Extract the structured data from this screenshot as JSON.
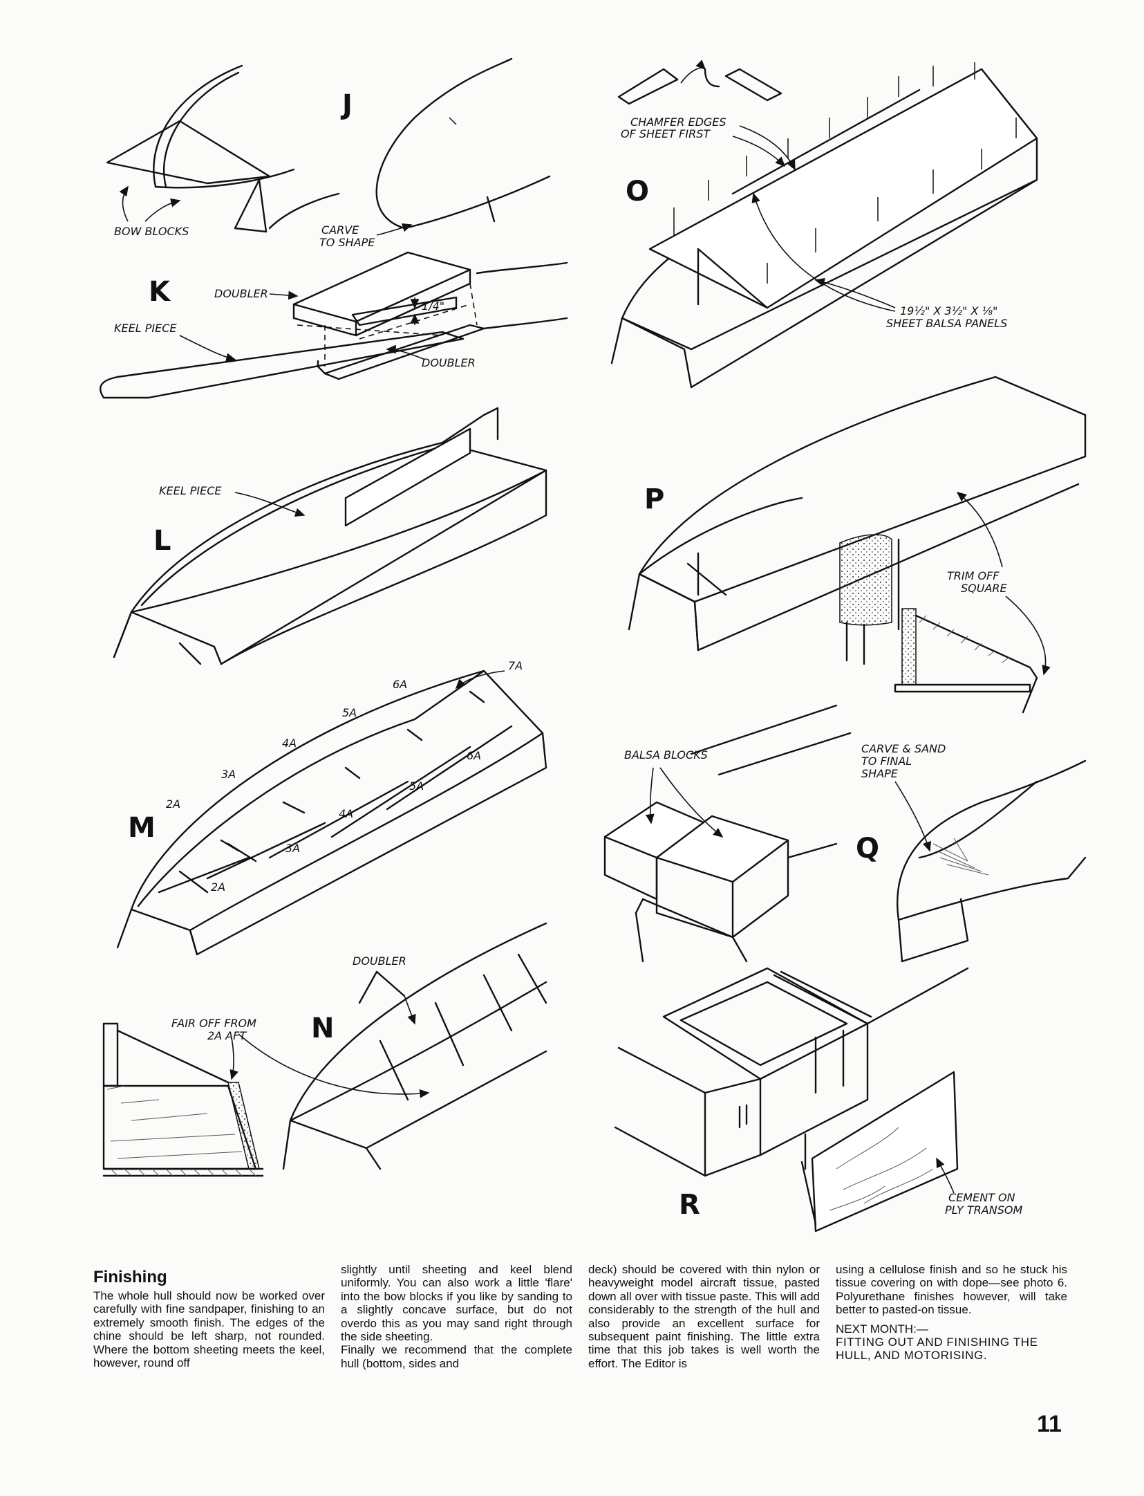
{
  "figures": {
    "J": {
      "letter": "J",
      "bow_blocks": "BOW BLOCKS",
      "carve_line1": "CARVE",
      "carve_line2": "TO SHAPE"
    },
    "K": {
      "letter": "K",
      "doubler_top": "DOUBLER",
      "keel_piece": "KEEL PIECE",
      "doubler_bottom": "DOUBLER",
      "dim": "1/4\""
    },
    "L": {
      "letter": "L",
      "keel_piece": "KEEL PIECE"
    },
    "M": {
      "letter": "M",
      "labels": [
        "7A",
        "6A",
        "5A",
        "4A",
        "3A",
        "2A",
        "6A",
        "5A",
        "4A",
        "3A",
        "2A"
      ]
    },
    "N": {
      "letter": "N",
      "fair_line1": "FAIR OFF FROM",
      "fair_line2": "2A AFT",
      "doubler": "DOUBLER"
    },
    "O": {
      "letter": "O",
      "chamfer_line1": "CHAMFER EDGES",
      "chamfer_line2": "OF SHEET FIRST",
      "panel_dims": "19½\" X 3½\" X ⅛\"",
      "panel_desc": "SHEET BALSA PANELS"
    },
    "P": {
      "letter": "P",
      "trim_line1": "TRIM OFF",
      "trim_line2": "SQUARE"
    },
    "Q": {
      "letter": "Q",
      "balsa_blocks": "BALSA BLOCKS",
      "carve_line1": "CARVE & SAND",
      "carve_line2": "TO FINAL",
      "carve_line3": "SHAPE"
    },
    "R": {
      "letter": "R",
      "cement_line1": "CEMENT ON",
      "cement_line2": "PLY TRANSOM"
    }
  },
  "article": {
    "heading": "Finishing",
    "col1": "The whole hull should now be worked over carefully with fine sandpaper, finishing to an extremely smooth finish. The edges of the chine should be left sharp, not rounded. Where the bottom sheeting meets the keel, however, round off",
    "col2a": "slightly until sheeting and keel blend uniformly. You can also work a little 'flare' into the bow blocks if you like by sanding to a slightly concave surface, but do not overdo this as you may sand right through the side sheeting.",
    "col2b": "Finally we recommend that the complete hull (bottom, sides and",
    "col3": "deck) should be covered with thin nylon or heavyweight model aircraft tissue, pasted down all over with tissue paste. This will add considerably to the strength of the hull and also provide an excellent surface for subsequent paint finishing. The little extra time that this job takes is well worth the effort. The Editor is",
    "col4": "using a cellulose finish and so he stuck his tissue covering on with dope—see photo 6. Polyurethane finishes however, will take better to pasted-on tissue.",
    "next_month": "NEXT MONTH:—",
    "next_topic": "FITTING OUT AND FINISHING THE HULL, AND MOTORISING."
  },
  "page_number": "11"
}
